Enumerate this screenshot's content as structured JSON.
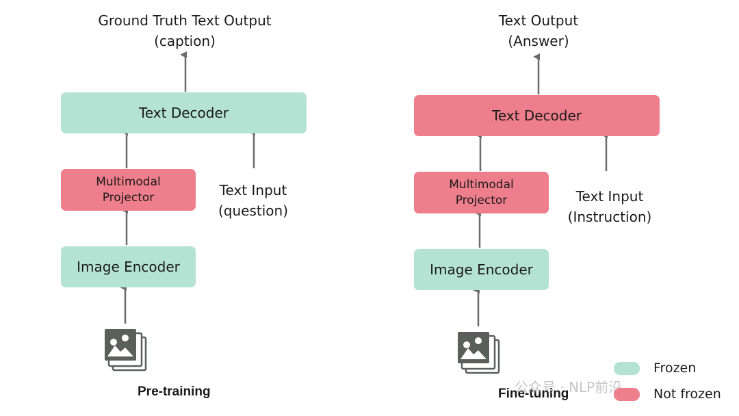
{
  "colors": {
    "frozen": "#b4e3d4",
    "not_frozen": "#ef7e8c",
    "arrow": "#6b6b6b",
    "icon": "#5a5f5c"
  },
  "pretraining": {
    "output_line1": "Ground Truth Text Output",
    "output_line2": "(caption)",
    "decoder": "Text Decoder",
    "projector_line1": "Multimodal",
    "projector_line2": "Projector",
    "input_line1": "Text Input",
    "input_line2": "(question)",
    "encoder": "Image Encoder",
    "caption": "Pre-training",
    "image_icon": "image-stack-icon"
  },
  "finetuning": {
    "output_line1": "Text Output",
    "output_line2": "(Answer)",
    "decoder": "Text Decoder",
    "projector_line1": "Multimodal",
    "projector_line2": "Projector",
    "input_line1": "Text Input",
    "input_line2": "(Instruction)",
    "encoder": "Image Encoder",
    "caption": "Fine-tuning",
    "image_icon": "image-stack-icon"
  },
  "legend": {
    "frozen": "Frozen",
    "not_frozen": "Not frozen"
  },
  "watermark": "公众号 · NLP前沿"
}
